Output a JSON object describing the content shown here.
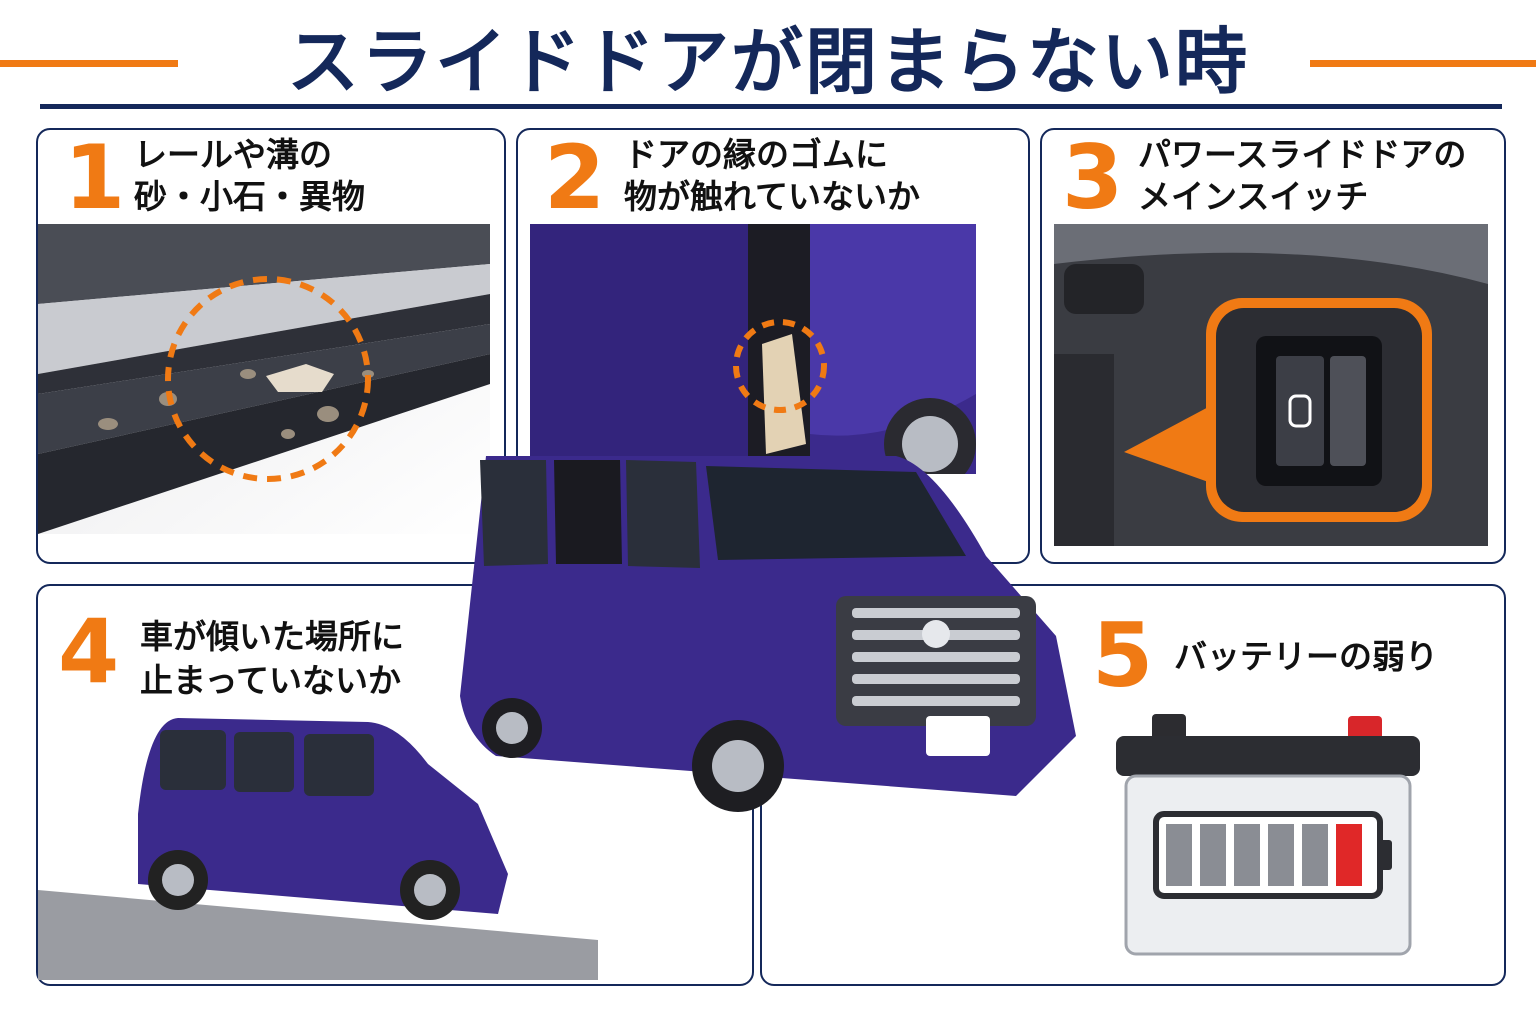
{
  "title": "スライドドアが閉まらない時",
  "items": [
    {
      "number": "1",
      "line1": "レールや溝の",
      "line2": "砂・小石・異物"
    },
    {
      "number": "2",
      "line1": "ドアの縁のゴムに",
      "line2": "物が触れていないか"
    },
    {
      "number": "3",
      "line1": "パワースライドドアの",
      "line2": "メインスイッチ"
    },
    {
      "number": "4",
      "line1": "車が傾いた場所に",
      "line2": "止まっていないか"
    },
    {
      "number": "5",
      "line1": "バッテリーの弱り"
    }
  ],
  "colors": {
    "navy": "#14285a",
    "orange": "#f07a14",
    "car_purple": "#3b2a8c",
    "battery_red": "#e02828"
  },
  "battery_level": 0.17
}
